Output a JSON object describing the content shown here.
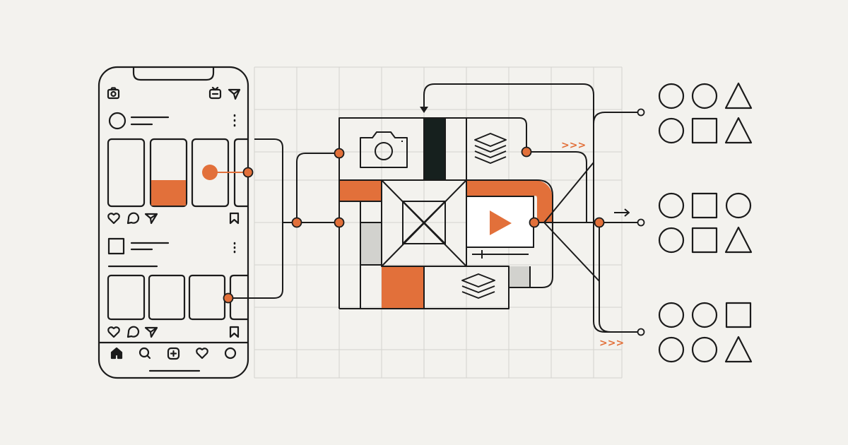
{
  "colors": {
    "background": "#F3F2EE",
    "stroke": "#1B1B1B",
    "accent": "#E2703A",
    "grid": "#D3D3CE",
    "muted": "#D2D2CE",
    "dark": "#16201E",
    "white": "#FFFFFF"
  },
  "phone": {
    "top_icons": [
      "camera-icon",
      "igtv-icon",
      "send-icon"
    ],
    "post_action_icons": [
      "heart-icon",
      "comment-icon",
      "share-icon",
      "bookmark-icon"
    ],
    "bottom_nav_icons": [
      "home-icon",
      "search-icon",
      "add-post-icon",
      "heart-icon",
      "profile-icon"
    ]
  },
  "hub": {
    "cell_icons": [
      "camera-icon",
      "layers-icon",
      "play-icon",
      "layers-icon",
      "placeholder-cross-icon"
    ]
  },
  "indicators": {
    "chevrons_top": ">>>",
    "chevrons_bottom": ">>>",
    "arrow": "→"
  },
  "output_shapes": {
    "group_1": [
      [
        "circle",
        "circle",
        "triangle"
      ],
      [
        "circle",
        "square",
        "triangle"
      ]
    ],
    "group_2": [
      [
        "circle",
        "square",
        "circle"
      ],
      [
        "circle",
        "square",
        "triangle"
      ]
    ],
    "group_3": [
      [
        "circle",
        "circle",
        "square"
      ],
      [
        "circle",
        "circle",
        "triangle"
      ]
    ]
  }
}
